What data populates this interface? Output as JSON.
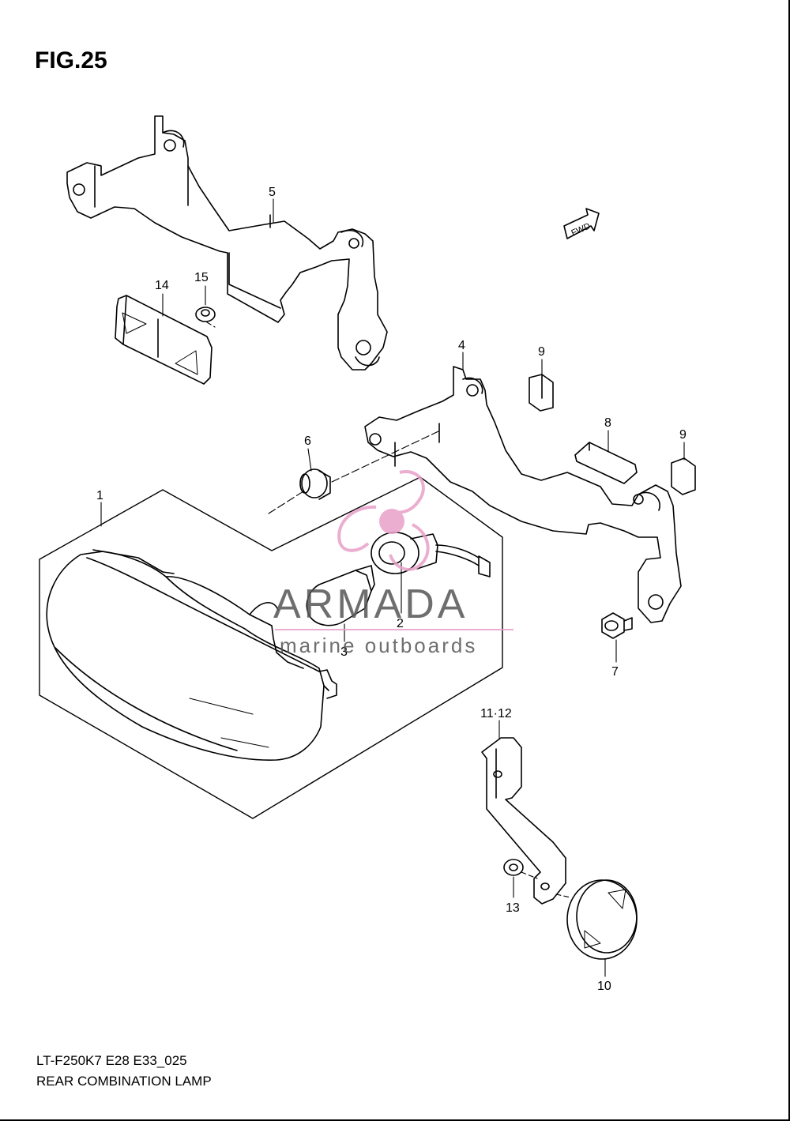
{
  "figure": {
    "title": "FIG.25"
  },
  "callouts": {
    "p1": "1",
    "p2": "2",
    "p3": "3",
    "p4": "4",
    "p5": "5",
    "p6": "6",
    "p7": "7",
    "p8": "8",
    "p9a": "9",
    "p9b": "9",
    "p10": "10",
    "p11_12": "11·12",
    "p13": "13",
    "p14": "14",
    "p15": "15"
  },
  "fwd_label": "FWD",
  "watermark": {
    "brand": "ARMADA",
    "tagline": "marine outboards",
    "accent_color": "#e8a0c8"
  },
  "footer": {
    "code": "LT-F250K7 E28 E33_025",
    "name": "REAR COMBINATION LAMP"
  }
}
